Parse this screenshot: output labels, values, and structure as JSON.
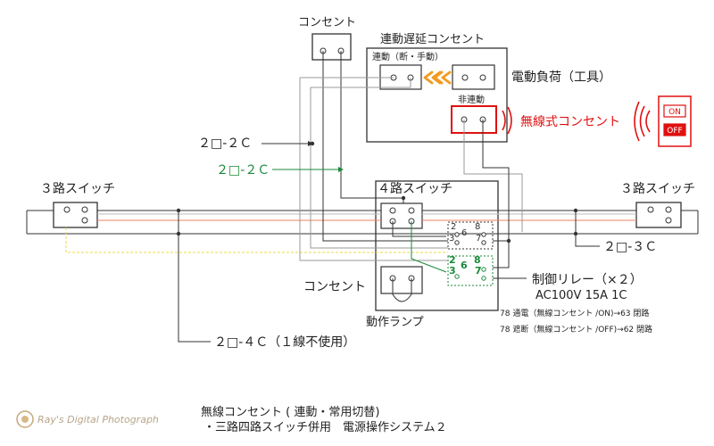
{
  "labels": {
    "outlet_top": "コンセント",
    "linked_outlet": "連動遅延コンセント",
    "linked_mode": "連動（断・手動）",
    "unlinked": "非連動",
    "motor_load": "電動負荷（工具）",
    "wireless_outlet": "無線式コンセント",
    "on": "ON",
    "off": "OFF",
    "cable_2c_a": "２□-２Ｃ",
    "cable_2c_b": "２□-２Ｃ",
    "switch3_left": "３路スイッチ",
    "switch4": "４路スイッチ",
    "switch3_right": "３路スイッチ",
    "cable_3c": "２□-３Ｃ",
    "outlet_bottom": "コンセント",
    "relay_title": "制御リレー（×２）",
    "relay_spec": "AC100V 15A 1C",
    "relay_note1": "78 通電（無線コンセント /ON)→63 閉路",
    "relay_note2": "78 遮断（無線コンセント /OFF)→62 閉路",
    "indicator_lamp": "動作ランプ",
    "cable_4c": "２□-４Ｃ（１線不使用）",
    "relay1_pins": [
      "2",
      "8",
      "6",
      "3",
      "7"
    ],
    "relay2_pins": [
      "2",
      "8",
      "6",
      "3",
      "7"
    ],
    "caption1": "無線コンセント ( 連動・常用切替)",
    "caption2": "・三路四路スイッチ併用　電源操作システム２",
    "watermark": "Ray's Digital Photograph"
  },
  "colors": {
    "wire": "#333333",
    "live": "#f08060",
    "grey_wire": "#999999",
    "green": "#1a8a3a",
    "orange": "#f39a1e",
    "red": "#e01010",
    "neutral_yellow": "#e8d84a"
  }
}
